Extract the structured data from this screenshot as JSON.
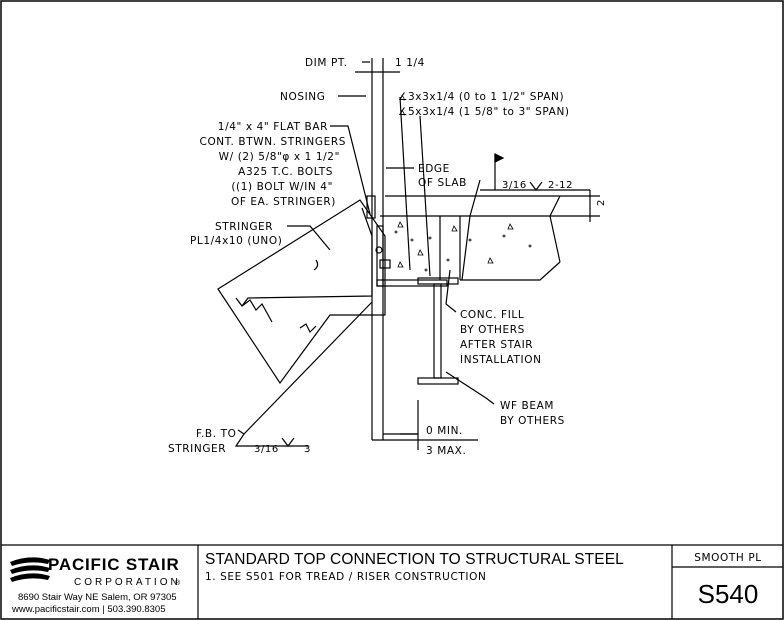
{
  "labels": {
    "dim_pt": "DIM PT.",
    "dim_1_1_4": "1 1/4",
    "nosing": "NOSING",
    "angle_1": "∡3x3x1/4 (0 to 1 1/2\" SPAN)",
    "angle_2": "∡5x3x1/4 (1 5/8\" to 3\" SPAN)",
    "flat_bar": [
      "1/4\" x 4\" FLAT BAR",
      "CONT. BTWN. STRINGERS",
      "W/ (2) 5/8\"φ x 1 1/2\"",
      "A325 T.C. BOLTS",
      "((1) BOLT W/IN 4\"",
      "OF EA. STRINGER)"
    ],
    "edge_of_slab": [
      "EDGE",
      "OF SLAB"
    ],
    "weld_slab": [
      "3/16",
      "2-12"
    ],
    "slab_dim": "2",
    "stringer": [
      "STRINGER",
      "PL1/4x10 (UNO)"
    ],
    "conc_fill": [
      "CONC. FILL",
      "BY OTHERS",
      "AFTER STAIR",
      "INSTALLATION"
    ],
    "wf_beam": [
      "WF BEAM",
      "BY OTHERS"
    ],
    "fb_to": [
      "F.B. TO",
      "STRINGER"
    ],
    "weld_fb": [
      "3/16",
      "3"
    ],
    "min_dim": "0 MIN.",
    "max_dim": "3 MAX."
  },
  "title_block": {
    "company": "PACIFIC STAIR",
    "corporation": "CORPORATION",
    "address": "8690 Stair Way NE Salem, OR 97305",
    "web_phone": "www.pacificstair.com  |  503.390.8305",
    "title": "STANDARD TOP CONNECTION TO STRUCTURAL STEEL",
    "note": "1.  SEE S501 FOR TREAD / RISER CONSTRUCTION",
    "finish": "SMOOTH PL",
    "sheet": "S540"
  }
}
